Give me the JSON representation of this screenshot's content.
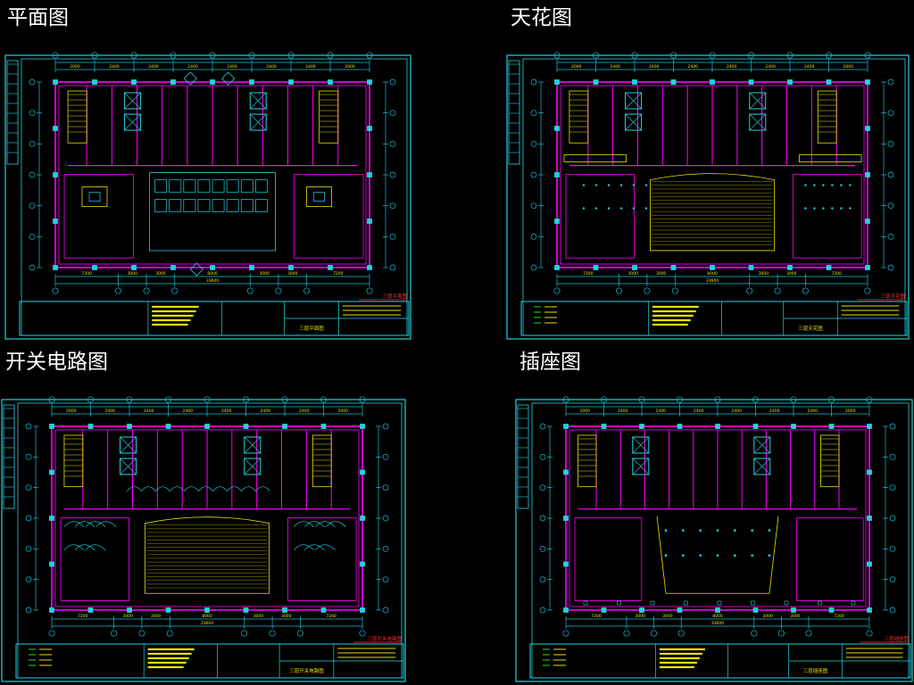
{
  "panels": [
    {
      "heading": "平面图",
      "sheet_title": "三层平面图"
    },
    {
      "heading": "天花图",
      "sheet_title": "三层天花图"
    },
    {
      "heading": "开关电路图",
      "sheet_title": "三层开关电路图"
    },
    {
      "heading": "插座图",
      "sheet_title": "三层插座图"
    }
  ],
  "dims": {
    "top": [
      "2000",
      "2400",
      "2400",
      "2400",
      "2400",
      "2400",
      "2400",
      "2000"
    ],
    "bottom": [
      "7200",
      "3000",
      "3000",
      "8000",
      "3000",
      "3000",
      "7200"
    ],
    "total": "33600"
  },
  "colors": {
    "frame": "#22d3e0",
    "border": "#e8e000",
    "wall": "#ff00ff",
    "dim": "#19c0d8",
    "text": "#e8e000",
    "grid": "#cc00cc",
    "hatch": "#bcbc00",
    "green": "#20e020",
    "red": "#ff3030"
  }
}
